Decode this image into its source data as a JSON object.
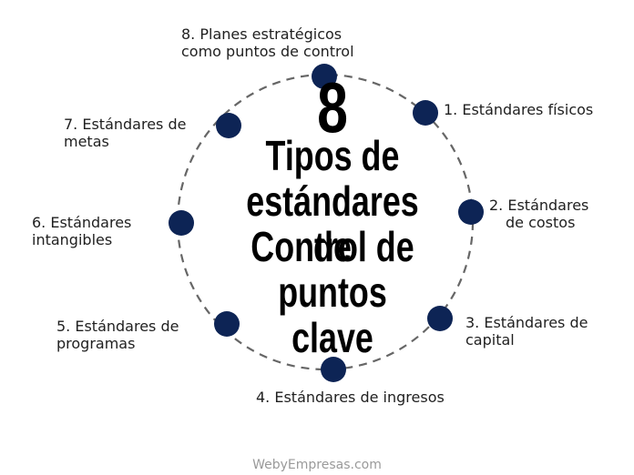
{
  "center": {
    "number": "8",
    "title_lines": [
      "Tipos de",
      "estándares de",
      "Control de",
      "puntos clave"
    ]
  },
  "items": [
    {
      "lines": [
        "1. Estándares físicos"
      ]
    },
    {
      "lines": [
        "2. Estándares",
        "de costos"
      ]
    },
    {
      "lines": [
        "3. Estándares de",
        "capital"
      ]
    },
    {
      "lines": [
        "4. Estándares de ingresos"
      ]
    },
    {
      "lines": [
        "5. Estándares de",
        "programas"
      ]
    },
    {
      "lines": [
        "6. Estándares",
        "intangibles"
      ]
    },
    {
      "lines": [
        "7. Estándares de",
        "metas"
      ]
    },
    {
      "lines": [
        "8. Planes estratégicos",
        "como puntos de control"
      ]
    }
  ],
  "footer": "WebyEmpresas.com",
  "colors": {
    "node": "#0d2455",
    "ring": "#666666",
    "text": "#1f1f1f"
  }
}
